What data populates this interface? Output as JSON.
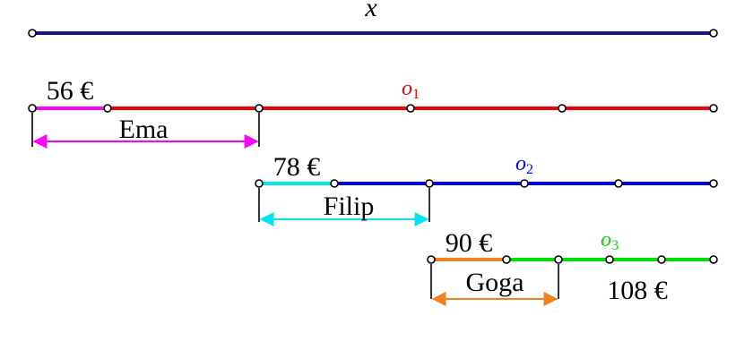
{
  "title": "x",
  "colors": {
    "navy": "#14148c",
    "red": "#ee0000",
    "magenta": "#ff00ff",
    "blue": "#0000ee",
    "cyan": "#00e5ee",
    "green": "#00dd00",
    "orange": "#f08020",
    "black": "#000000"
  },
  "segments": {
    "top": {
      "name": "x"
    },
    "o1": {
      "name": "o",
      "sub": "1"
    },
    "o2": {
      "name": "o",
      "sub": "2"
    },
    "o3": {
      "name": "o",
      "sub": "3"
    }
  },
  "amounts": {
    "ema": "56 €",
    "filip": "78 €",
    "goga": "90 €",
    "last": "108 €"
  },
  "people": {
    "ema": "Ema",
    "filip": "Filip",
    "goga": "Goga"
  }
}
